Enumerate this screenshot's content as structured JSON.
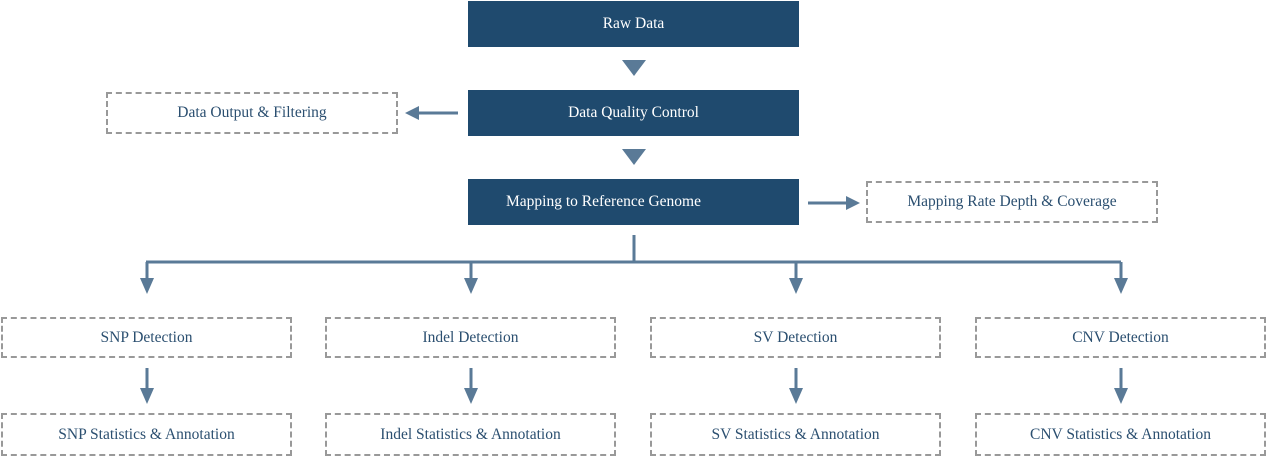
{
  "colors": {
    "primary": "#1f4a6e",
    "connector": "#5a7a97",
    "dashed_border": "#999999",
    "dashed_text": "#2b4f70"
  },
  "main": {
    "raw_data": "Raw Data",
    "quality_control": "Data Quality Control",
    "mapping": "Mapping to Reference Genome"
  },
  "side": {
    "output_filtering": "Data Output & Filtering",
    "mapping_stats": "Mapping Rate Depth & Coverage"
  },
  "branches": [
    {
      "detection": "SNP Detection",
      "annotation": "SNP Statistics & Annotation"
    },
    {
      "detection": "Indel Detection",
      "annotation": "Indel Statistics & Annotation"
    },
    {
      "detection": "SV Detection",
      "annotation": "SV Statistics & Annotation"
    },
    {
      "detection": "CNV Detection",
      "annotation": "CNV Statistics & Annotation"
    }
  ]
}
